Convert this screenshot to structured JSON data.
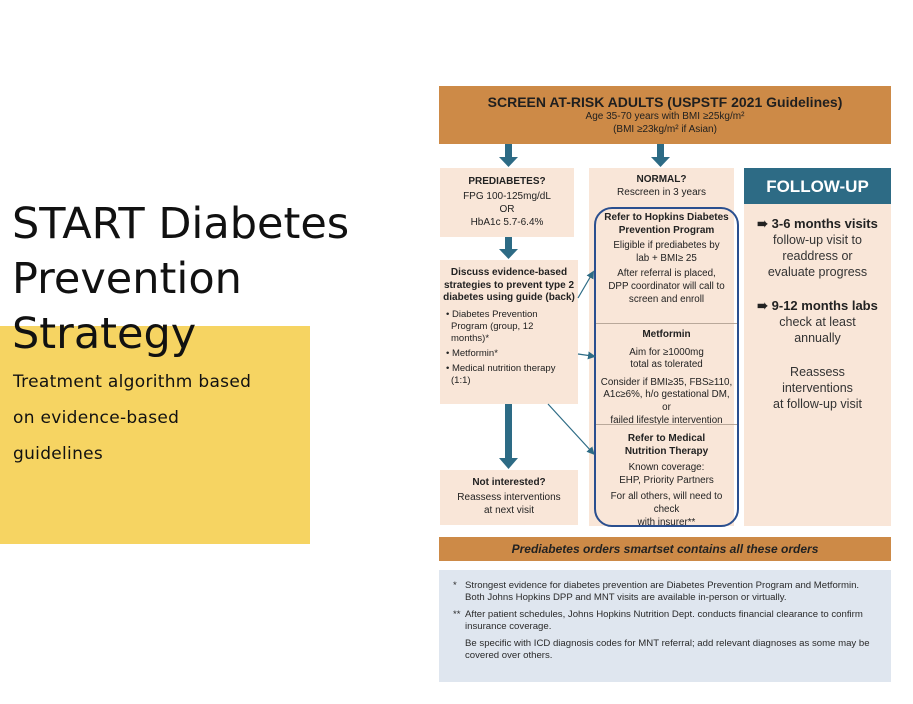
{
  "slide": {
    "title_lines": [
      "START Diabetes",
      "Prevention",
      "Strategy"
    ],
    "subtitle_lines": [
      "Treatment algorithm based",
      "on evidence-based",
      "guidelines"
    ]
  },
  "colors": {
    "orange": "#cd8a47",
    "peach": "#f9e6d8",
    "teal": "#2d6b85",
    "ring": "#2a4f8f",
    "yellow": "#f6d462",
    "notes_bg": "#dfe6ef"
  },
  "screen": {
    "heading": "SCREEN AT-RISK ADULTS (USPSTF 2021 Guidelines)",
    "line1": "Age 35-70 years with BMI ≥25kg/m²",
    "line2": "(BMI ≥23kg/m² if Asian)"
  },
  "prediabetes": {
    "heading": "PREDIABETES?",
    "lines": [
      "FPG 100-125mg/dL",
      "OR",
      "HbA1c 5.7-6.4%"
    ]
  },
  "normal": {
    "heading": "NORMAL?",
    "line": "Rescreen in 3 years"
  },
  "discuss": {
    "heading": "Discuss evidence-based strategies to prevent type 2 diabetes using guide (back)",
    "items": [
      "Diabetes Prevention Program (group, 12 months)*",
      "Metformin*",
      "Medical nutrition therapy (1:1)"
    ]
  },
  "not_interested": {
    "heading": "Not interested?",
    "lines": [
      "Reassess interventions",
      "at next visit"
    ]
  },
  "dpp": {
    "heading_lines": [
      "Refer to Hopkins Diabetes",
      "Prevention Program"
    ],
    "lines": [
      "Eligible if prediabetes by",
      "lab + BMI≥ 25",
      "After referral is placed,",
      "DPP coordinator will call to",
      "screen and enroll"
    ]
  },
  "metformin": {
    "heading": "Metformin",
    "lines": [
      "Aim for ≥1000mg",
      "total as tolerated",
      "Consider if BMI≥35, FBS≥110,",
      "A1c≥6%, h/o gestational DM, or",
      "failed lifestyle intervention"
    ]
  },
  "mnt": {
    "heading_lines": [
      "Refer to Medical",
      "Nutrition Therapy"
    ],
    "lines": [
      "Known coverage:",
      "EHP, Priority Partners",
      "For all others, will need to check",
      "with insurer**"
    ]
  },
  "follow_up": {
    "heading": "FOLLOW-UP",
    "item1_title": "➠ 3-6 months visits",
    "item1_lines": [
      "follow-up visit to",
      "readdress or",
      "evaluate progress"
    ],
    "item2_title": "➠ 9-12 months labs",
    "item2_lines": [
      "check at least",
      "annually"
    ],
    "item3_lines": [
      "Reassess",
      "interventions",
      "at follow-up visit"
    ]
  },
  "smartset": "Prediabetes orders smartset contains all these orders",
  "notes": [
    {
      "mark": "*",
      "text": "Strongest evidence for diabetes prevention are Diabetes Prevention Program and Metformin. Both Johns Hopkins DPP and MNT visits are available in-person or virtually."
    },
    {
      "mark": "**",
      "text": "After patient schedules, Johns Hopkins Nutrition Dept. conducts financial clearance to confirm insurance coverage."
    },
    {
      "mark": "",
      "text": "Be specific with ICD diagnosis codes for MNT referral; add relevant diagnoses as some may be covered over others."
    }
  ]
}
